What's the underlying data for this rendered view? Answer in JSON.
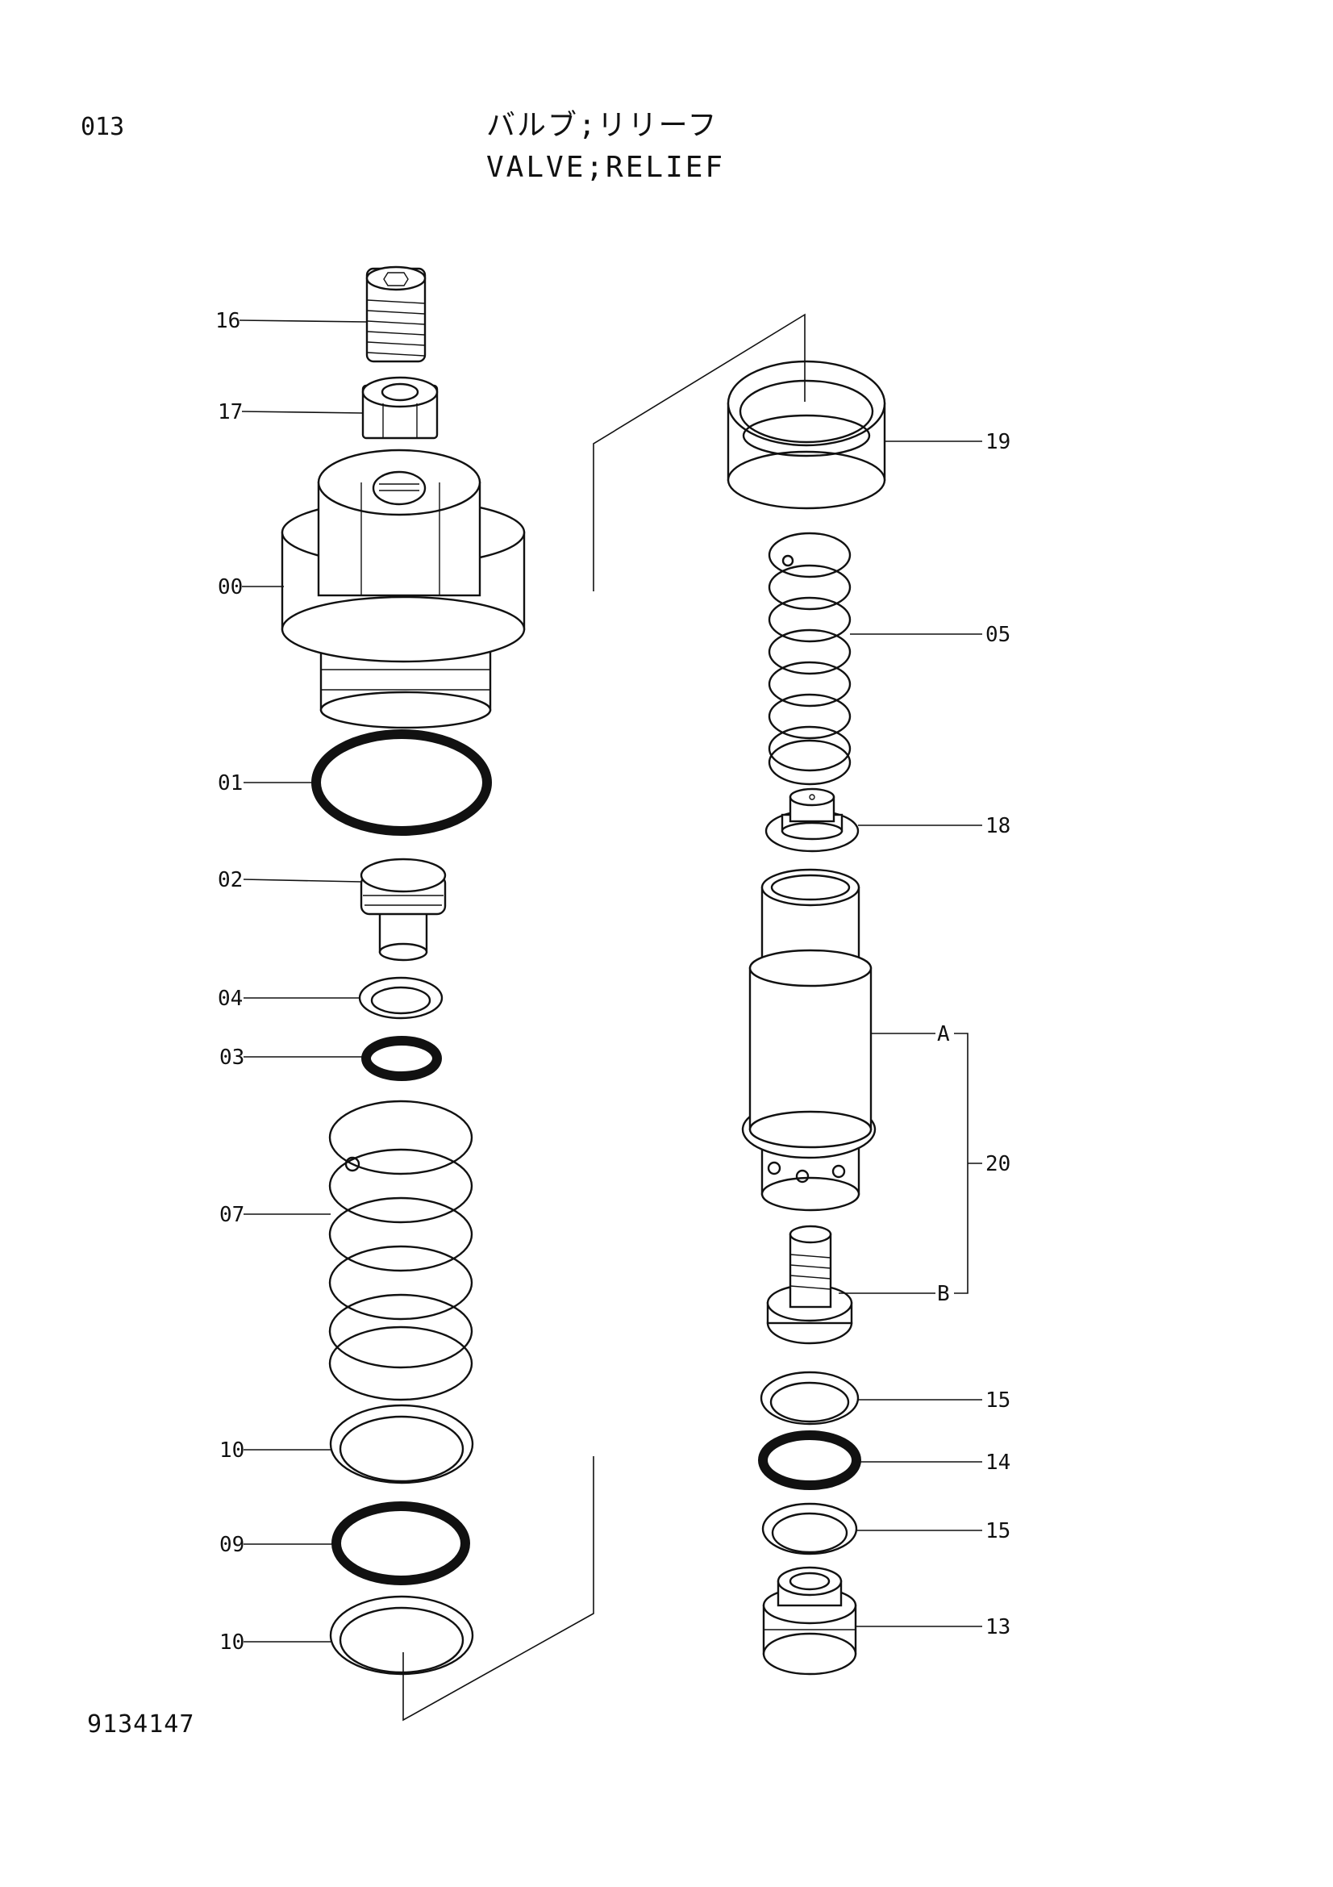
{
  "header": {
    "page_number": "013",
    "title_jp": "バルブ;リリーフ",
    "title_en": "VALVE;RELIEF"
  },
  "footer": {
    "drawing_number": "9134147"
  },
  "callouts": {
    "c16": "16",
    "c17": "17",
    "c00": "00",
    "c01": "01",
    "c02": "02",
    "c04": "04",
    "c03": "03",
    "c07": "07",
    "c10a": "10",
    "c09": "09",
    "c10b": "10",
    "c19": "19",
    "c05": "05",
    "c18": "18",
    "cA": "A",
    "c20": "20",
    "cB": "B",
    "c15a": "15",
    "c14": "14",
    "c15b": "15",
    "c13": "13"
  }
}
